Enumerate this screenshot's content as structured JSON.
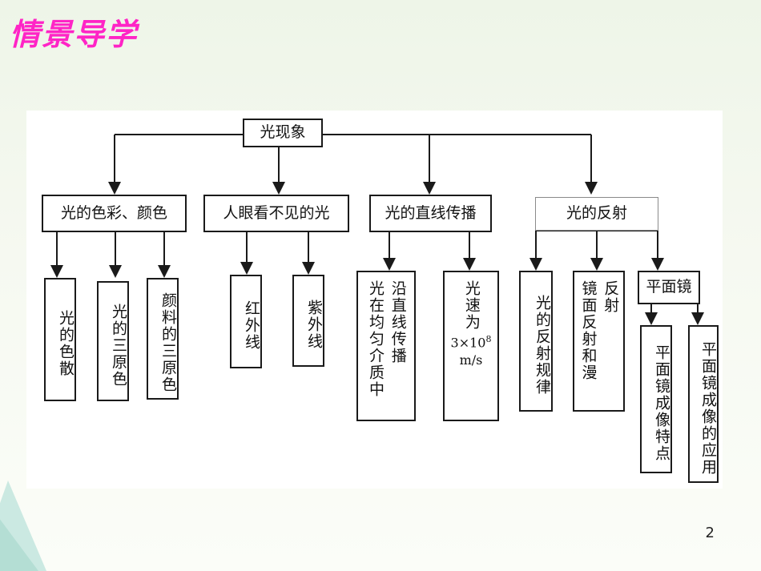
{
  "slide": {
    "title": "情景导学",
    "page_number": "2"
  },
  "diagram": {
    "root": "光现象",
    "cat1": {
      "label": "光的色彩、颜色",
      "children": [
        "光的色散",
        "光的三原色",
        "颜料的三原色"
      ]
    },
    "cat2": {
      "label": "人眼看不见的光",
      "children": [
        "红外线",
        "紫外线"
      ]
    },
    "cat3": {
      "label": "光的直线传播",
      "propagation_col1": "光在均匀介质中",
      "propagation_col2": "沿直线传播",
      "speed_label": "光速为",
      "speed_value": "3×10",
      "speed_exp": "8",
      "speed_unit": "m/s"
    },
    "cat4": {
      "label": "光的反射",
      "law": "光的反射规律",
      "refl_col1": "镜面反射和漫",
      "refl_col2": "反射",
      "mirror": "平面镜",
      "mirror_children": [
        "平面镜成像特点",
        "平面镜成像的应用"
      ]
    }
  },
  "colors": {
    "title": "#ff24c6",
    "line": "#1a1a1a"
  }
}
